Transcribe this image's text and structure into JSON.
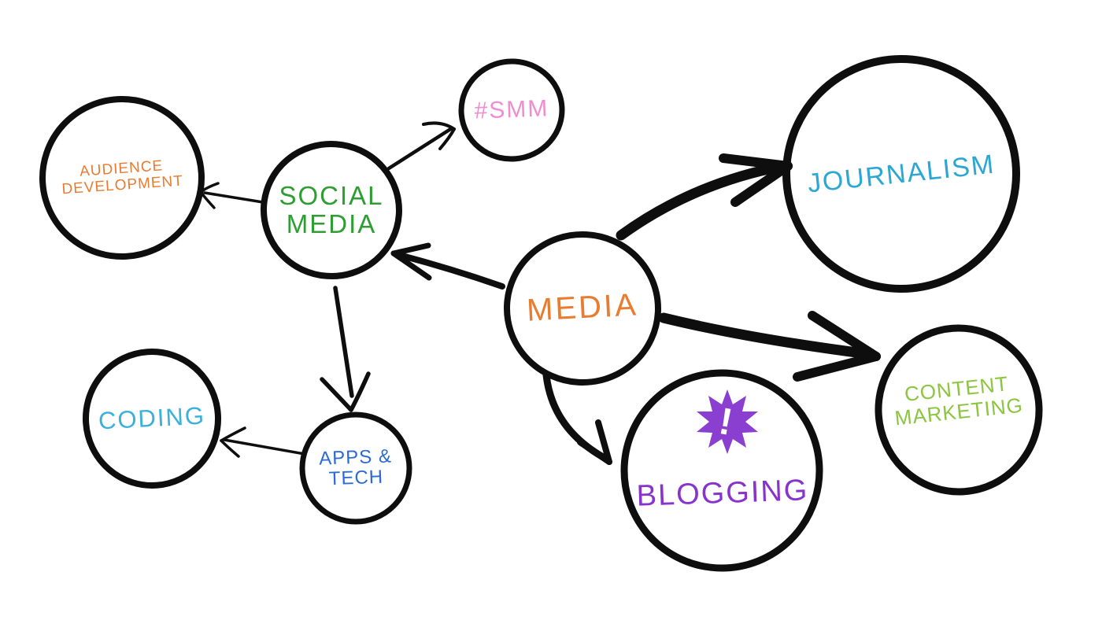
{
  "canvas": {
    "background": "#ffffff",
    "ink": "#0e0e0e"
  },
  "nodes": {
    "audience_development": {
      "line1": "AUDIENCE",
      "line2": "DEVELOPMENT",
      "color": "#E87C30"
    },
    "social_media": {
      "line1": "SOCIAL",
      "line2": "MEDIA",
      "color": "#2E9E33"
    },
    "smm": {
      "line1": "#SMM",
      "color": "#F08CD0"
    },
    "media": {
      "line1": "MEDIA",
      "color": "#E87C30"
    },
    "journalism": {
      "line1": "JOURNALISM",
      "color": "#2BA7D4"
    },
    "content_marketing": {
      "line1": "CONTENT",
      "line2": "MARKETING",
      "color": "#8CC540"
    },
    "blogging": {
      "line1": "BLOGGING",
      "badge": "!",
      "color": "#8833CC",
      "badge_color": "#8B3FD0"
    },
    "coding": {
      "line1": "CODING",
      "color": "#3AB1DB"
    },
    "apps_tech": {
      "line1": "APPS &",
      "line2": "TECH",
      "color": "#2C6BD2"
    }
  },
  "edges": [
    {
      "from": "MEDIA",
      "to": "SOCIAL MEDIA",
      "weight": "thick"
    },
    {
      "from": "MEDIA",
      "to": "JOURNALISM",
      "weight": "thick"
    },
    {
      "from": "MEDIA",
      "to": "CONTENT MARKETING",
      "weight": "thick"
    },
    {
      "from": "MEDIA",
      "to": "BLOGGING",
      "weight": "thick"
    },
    {
      "from": "SOCIAL MEDIA",
      "to": "AUDIENCE DEVELOPMENT",
      "weight": "thin"
    },
    {
      "from": "SOCIAL MEDIA",
      "to": "#SMM",
      "weight": "thin"
    },
    {
      "from": "SOCIAL MEDIA",
      "to": "APPS & TECH",
      "weight": "thin"
    },
    {
      "from": "APPS & TECH",
      "to": "CODING",
      "weight": "thin"
    }
  ]
}
